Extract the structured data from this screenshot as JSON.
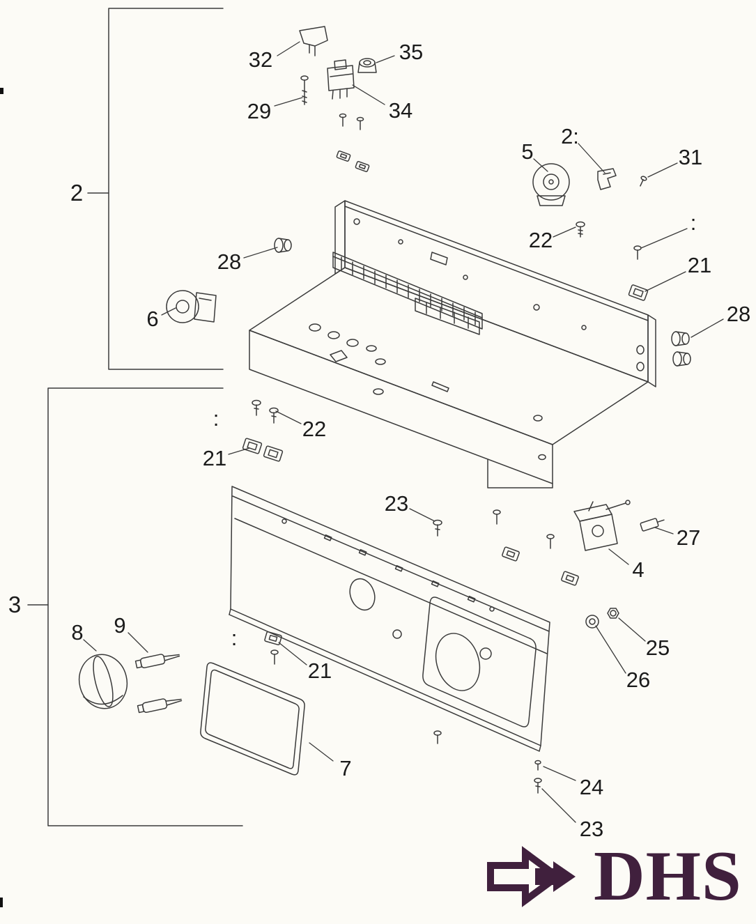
{
  "page": {
    "type": "exploded-parts-diagram",
    "background": "#fcfbf6"
  },
  "diagram": {
    "group_labels": [
      {
        "label": "2"
      },
      {
        "label": "3"
      }
    ],
    "callouts": [
      {
        "label": "32"
      },
      {
        "label": "35"
      },
      {
        "label": "29"
      },
      {
        "label": "34"
      },
      {
        "label": "5"
      },
      {
        "label": "2:"
      },
      {
        "label": "31"
      },
      {
        "label": "22"
      },
      {
        "label": ":"
      },
      {
        "label": "21"
      },
      {
        "label": "28"
      },
      {
        "label": "28"
      },
      {
        "label": "6"
      },
      {
        "label": "22"
      },
      {
        "label": ":"
      },
      {
        "label": "21"
      },
      {
        "label": "23"
      },
      {
        "label": "27"
      },
      {
        "label": "4"
      },
      {
        "label": "25"
      },
      {
        "label": "26"
      },
      {
        "label": "8"
      },
      {
        "label": "9"
      },
      {
        "label": ":"
      },
      {
        "label": "21"
      },
      {
        "label": "7"
      },
      {
        "label": "24"
      },
      {
        "label": "23"
      }
    ]
  },
  "logo": {
    "text": "DHS",
    "color": "#40203d"
  }
}
